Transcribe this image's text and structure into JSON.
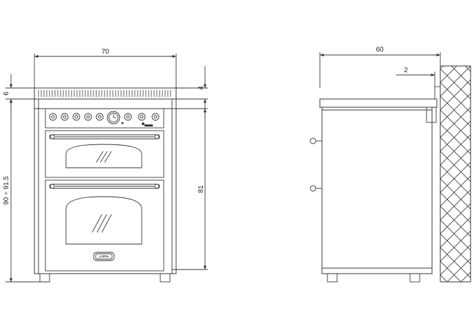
{
  "front_view": {
    "dim_width": "70",
    "dim_top_thickness": "6",
    "dim_hob_thickness": "4",
    "dim_total_height": "90 ÷ 91.5",
    "dim_body_height": "81",
    "logo_text": "LOFRA"
  },
  "side_view": {
    "dim_depth": "60",
    "dim_wall_gap": "2"
  }
}
